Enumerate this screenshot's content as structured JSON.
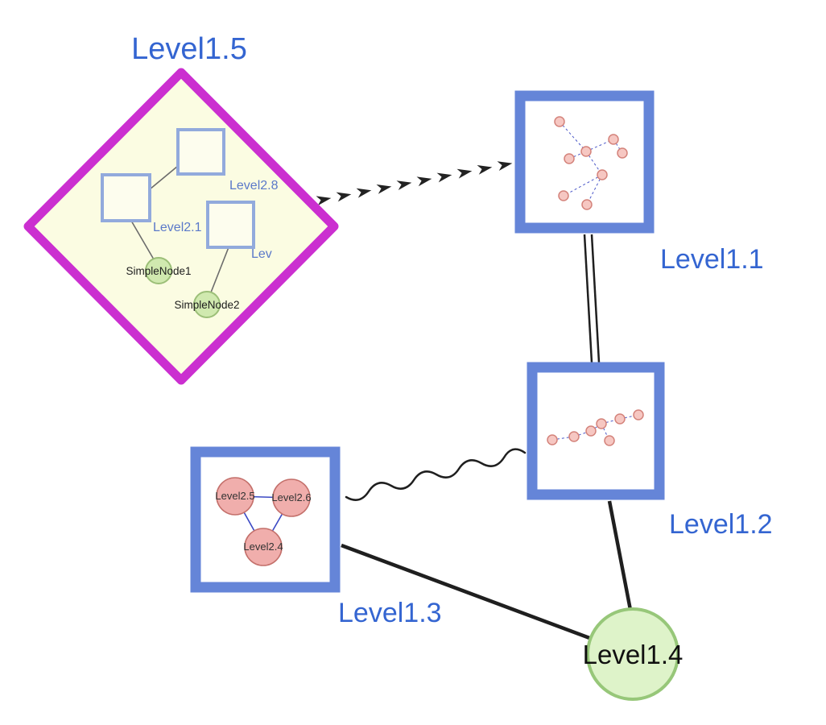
{
  "diagram": {
    "type": "nested-graph",
    "colors": {
      "label_blue": "#3465d1",
      "diamond_stroke": "#cb2fd0",
      "diamond_fill": "#fbfce2",
      "group_node_stroke": "#6585d8",
      "inner_square_stroke": "#92aadc",
      "green_node_fill": "#d6eeb4",
      "green_node_stroke": "#99c172",
      "pink_node_fill": "#f0aeac",
      "pink_node_stroke": "#c4706b",
      "mini_node_fill": "#f6c7c2",
      "mini_node_stroke": "#d4837b",
      "edge_black": "#1f1f1f",
      "inner_edge_blue": "#3b49c4"
    },
    "nodes": {
      "level15": {
        "label": "Level1.5",
        "shape": "diamond"
      },
      "level11": {
        "label": "Level1.1",
        "shape": "square"
      },
      "level12": {
        "label": "Level1.2",
        "shape": "square"
      },
      "level13": {
        "label": "Level1.3",
        "shape": "square"
      },
      "level14": {
        "label": "Level1.4",
        "shape": "circle"
      }
    },
    "level15_children": {
      "squares": {
        "a": "Level2.8",
        "b": "Level2.1",
        "c": "Lev"
      },
      "simple1": "SimpleNode1",
      "simple2": "SimpleNode2"
    },
    "level13_children": {
      "c1": "Level2.5",
      "c2": "Level2.6",
      "c3": "Level2.4"
    },
    "edges": [
      {
        "from": "Level1.5",
        "to": "Level1.1",
        "style": "dashed-arrow-chain"
      },
      {
        "from": "Level1.1",
        "to": "Level1.2",
        "style": "double-line"
      },
      {
        "from": "Level1.2",
        "to": "Level1.3",
        "style": "wavy"
      },
      {
        "from": "Level1.3",
        "to": "Level1.4",
        "style": "solid"
      },
      {
        "from": "Level1.2",
        "to": "Level1.4",
        "style": "solid"
      }
    ]
  }
}
